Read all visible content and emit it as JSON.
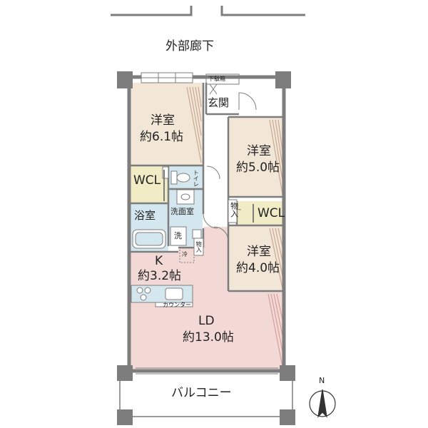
{
  "corridor": "外部廊下",
  "entrance": {
    "shoe_box": "下駄箱",
    "genkan": "玄関"
  },
  "rooms": {
    "western_1": {
      "name": "洋室",
      "size": "約6.1帖"
    },
    "western_2": {
      "name": "洋室",
      "size": "約5.0帖"
    },
    "western_3": {
      "name": "洋室",
      "size": "約4.0帖"
    },
    "kitchen": {
      "name": "K",
      "size": "約3.2帖"
    },
    "ld": {
      "name": "LD",
      "size": "約13.0帖"
    }
  },
  "utility": {
    "wcl_1": "WCL",
    "wcl_2": "WCL",
    "toilet": "トイレ",
    "bath": "浴室",
    "washroom": "洗面室",
    "washer": "洗",
    "fridge": "冷",
    "storage_1": "物入",
    "storage_2": "物入",
    "counter": "カウンター"
  },
  "balcony": "バルコニー",
  "north": "N",
  "colors": {
    "western": "#f2e6d7",
    "wcl": "#f1ebc6",
    "wet": "#d5e7ee",
    "ld": "#f2d9d6",
    "hall": "#ffffff",
    "wall": "#7d7d7d",
    "hatch": "#c9a992",
    "ld_hatch": "#d59f9c"
  }
}
